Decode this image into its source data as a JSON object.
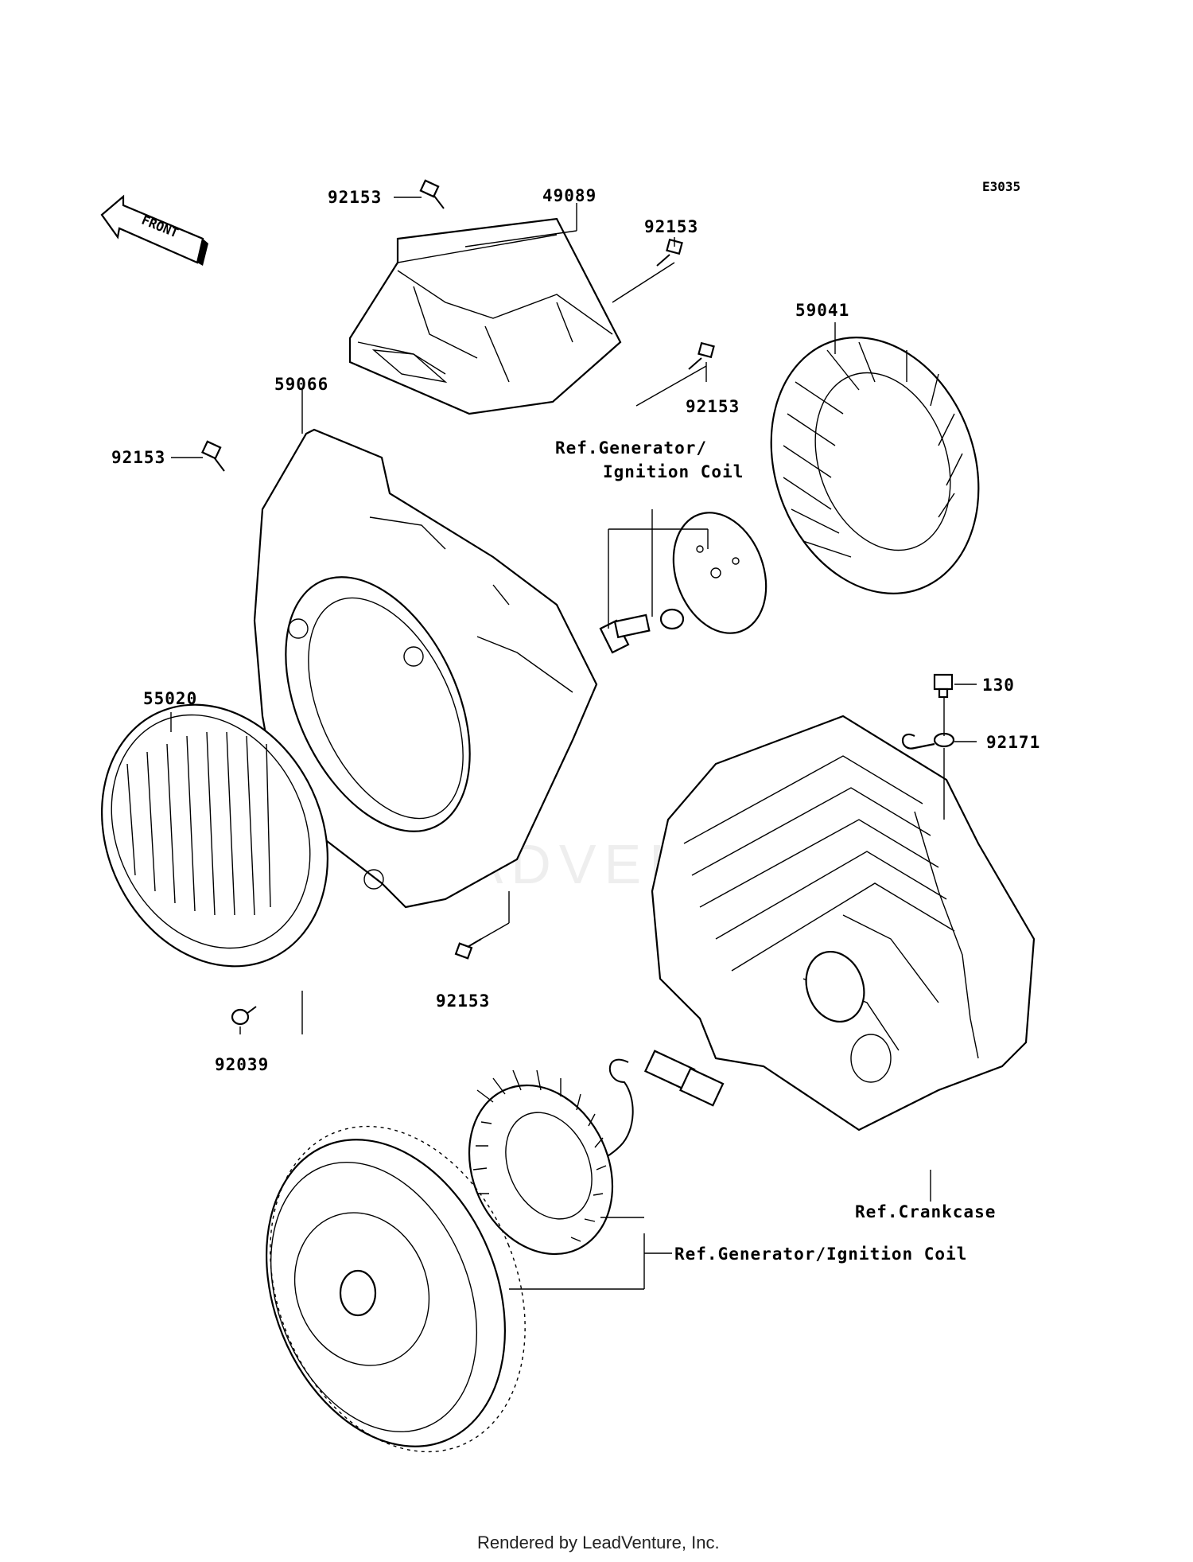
{
  "diagram_code": "E3035",
  "front_label": "FRONT",
  "watermark": "LEADVENTURE",
  "footer": "Rendered by LeadVenture, Inc.",
  "parts": {
    "bolt_top_left": "92153",
    "duct_cover": "49089",
    "bolt_top_right": "92153",
    "bolt_mid_right": "92153",
    "fan": "59041",
    "shroud": "59066",
    "bolt_shroud_left": "92153",
    "ref_generator_upper_1": "Ref.Generator/",
    "ref_generator_upper_2": "Ignition Coil",
    "screen": "55020",
    "bolt_130": "130",
    "clamp": "92171",
    "bolt_shroud_bottom": "92153",
    "screw_screen": "92039",
    "ref_crankcase": "Ref.Crankcase",
    "ref_generator_lower": "Ref.Generator/Ignition Coil"
  }
}
